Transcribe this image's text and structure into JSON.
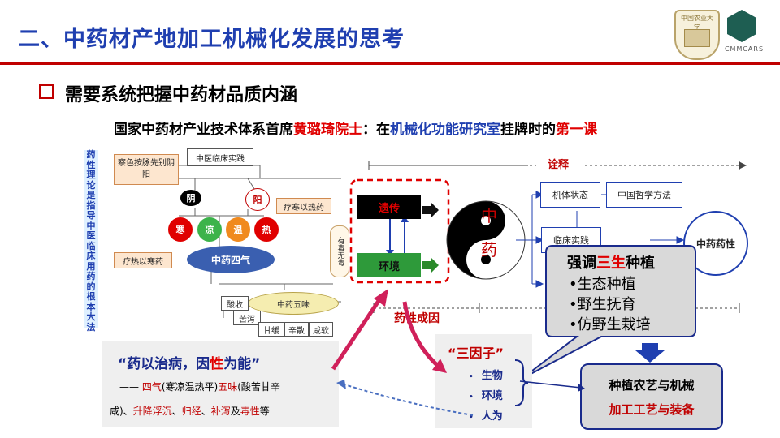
{
  "title": "二、中药材产地加工机械化发展的思考",
  "logos": {
    "left_text": "中国农业大学",
    "right_text": "CMMCARS"
  },
  "subheading": "需要系统把握中药材品质内涵",
  "quote": {
    "part1": "国家中药材产业技术体系首席",
    "name": "黄璐琦院士",
    "part2": "：在",
    "lab": "机械化功能研究室",
    "part3": "挂牌时的",
    "lesson": "第一课"
  },
  "left_diagram": {
    "vertical_label": "药性理论是指导中医临床用药的根本大法",
    "clinical": "中医临床实践",
    "diagnosis": "察色按脉先别阴阳",
    "yin": "阴",
    "yang": "阳",
    "treat_heat": "疗寒以热药",
    "treat_cold": "疗热以寒药",
    "cold": "寒",
    "cool": "凉",
    "warm": "温",
    "hot": "热",
    "four_qi": "中药四气",
    "toxicity": "有毒无毒",
    "five_flavors": "中药五味",
    "sour": "酸收",
    "bitter": "苦泻",
    "sweet": "甘缓",
    "pungent": "辛散",
    "salty": "咸软"
  },
  "middle_diagram": {
    "heredity": "遗传",
    "environment": "环境",
    "taiji_top": "中",
    "taiji_bottom": "药",
    "origin": "药性成因"
  },
  "right_diagram": {
    "interpret": "诠释",
    "body_state": "机体状态",
    "philosophy": "中国哲学方法",
    "clinical_practice": "临床实践",
    "property": "中药药性"
  },
  "emphasis_callout": {
    "pre": "强调",
    "highlight": "三生",
    "post": "种植",
    "items": [
      "•生态种植",
      "•野生抚育",
      "•仿野生栽培"
    ]
  },
  "mechanization_box": {
    "line1": "种植农艺与机械",
    "line2": "加工工艺与装备"
  },
  "efficacy_box": {
    "title_pre": "“药以治病，因",
    "title_hl": "性",
    "title_post": "为能”",
    "dash": "——",
    "four_qi": "四气",
    "four_qi_note": "(寒凉温热平)",
    "five_flavors": "五味",
    "five_flavors_note": "(酸苦甘辛",
    "line2_a": "咸)、",
    "ascend": "升降浮沉",
    "sep1": "、",
    "meridian": "归经",
    "sep2": "、",
    "tonify": "补泻",
    "and": "及",
    "toxicity": "毒性",
    "etc": "等"
  },
  "three_factors": {
    "title": "“三因子”",
    "items": [
      "生物",
      "环境",
      "人为"
    ]
  },
  "colors": {
    "title_blue": "#1f3fb0",
    "accent_red": "#c00000",
    "dark_blue": "#1a2b8c"
  }
}
